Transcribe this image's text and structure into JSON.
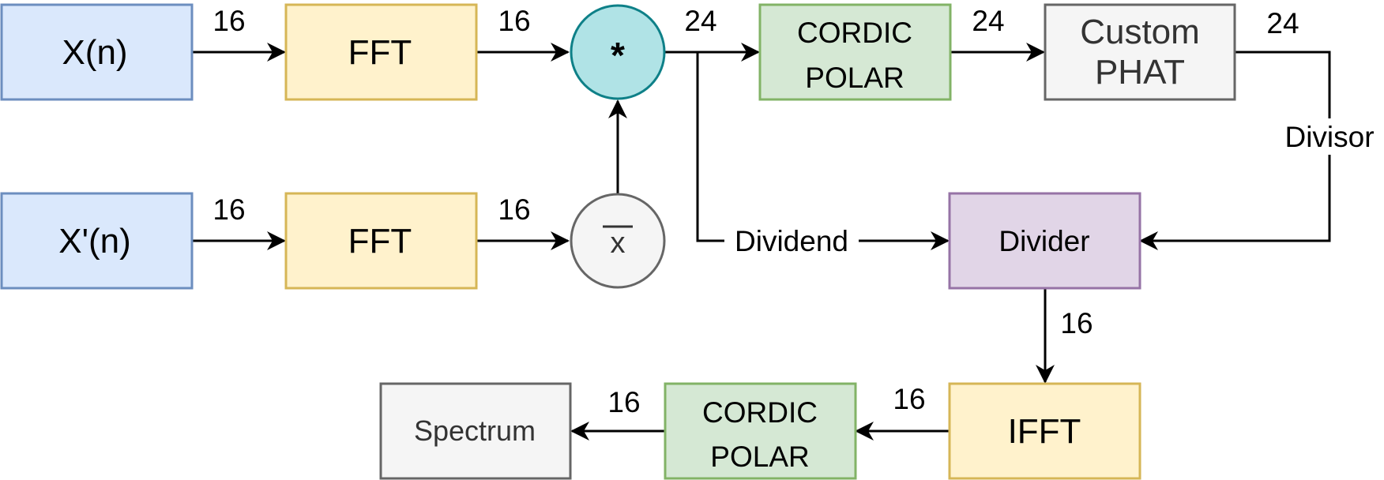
{
  "nodes": {
    "x_n": {
      "label": "X(n)",
      "fill": "#dae8fc",
      "stroke": "#6c8ebf"
    },
    "fft_top": {
      "label": "FFT",
      "fill": "#fff2cc",
      "stroke": "#d6b656"
    },
    "multiply": {
      "label": "*",
      "fill": "#b0e3e6",
      "stroke": "#0e8088"
    },
    "cordic_top": {
      "line1": "CORDIC",
      "line2": "POLAR",
      "fill": "#d5e8d4",
      "stroke": "#82b366"
    },
    "phat": {
      "line1": "Custom",
      "line2": "PHAT",
      "fill": "#f5f5f5",
      "stroke": "#666666"
    },
    "x_prime_n": {
      "label": "X'(n)",
      "fill": "#dae8fc",
      "stroke": "#6c8ebf"
    },
    "fft_bottom": {
      "label": "FFT",
      "fill": "#fff2cc",
      "stroke": "#d6b656"
    },
    "conjugate": {
      "label": "x",
      "fill": "#f5f5f5",
      "stroke": "#666666"
    },
    "divider": {
      "label": "Divider",
      "fill": "#e1d5e7",
      "stroke": "#9673a6"
    },
    "ifft": {
      "label": "IFFT",
      "fill": "#fff2cc",
      "stroke": "#d6b656"
    },
    "cordic_bottom": {
      "line1": "CORDIC",
      "line2": "POLAR",
      "fill": "#d5e8d4",
      "stroke": "#82b366"
    },
    "spectrum": {
      "label": "Spectrum",
      "fill": "#f5f5f5",
      "stroke": "#666666"
    }
  },
  "edges": {
    "x_to_fft_top": "16",
    "fft_top_to_multiply": "16",
    "multiply_to_cordic": "24",
    "cordic_to_phat": "24",
    "phat_out": "24",
    "phat_to_divider": "Divisor",
    "multiply_to_divider": "Dividend",
    "xp_to_fft_bottom": "16",
    "fft_bottom_to_conjugate": "16",
    "divider_to_ifft": "16",
    "ifft_to_cordic": "16",
    "cordic_to_spectrum": "16"
  }
}
